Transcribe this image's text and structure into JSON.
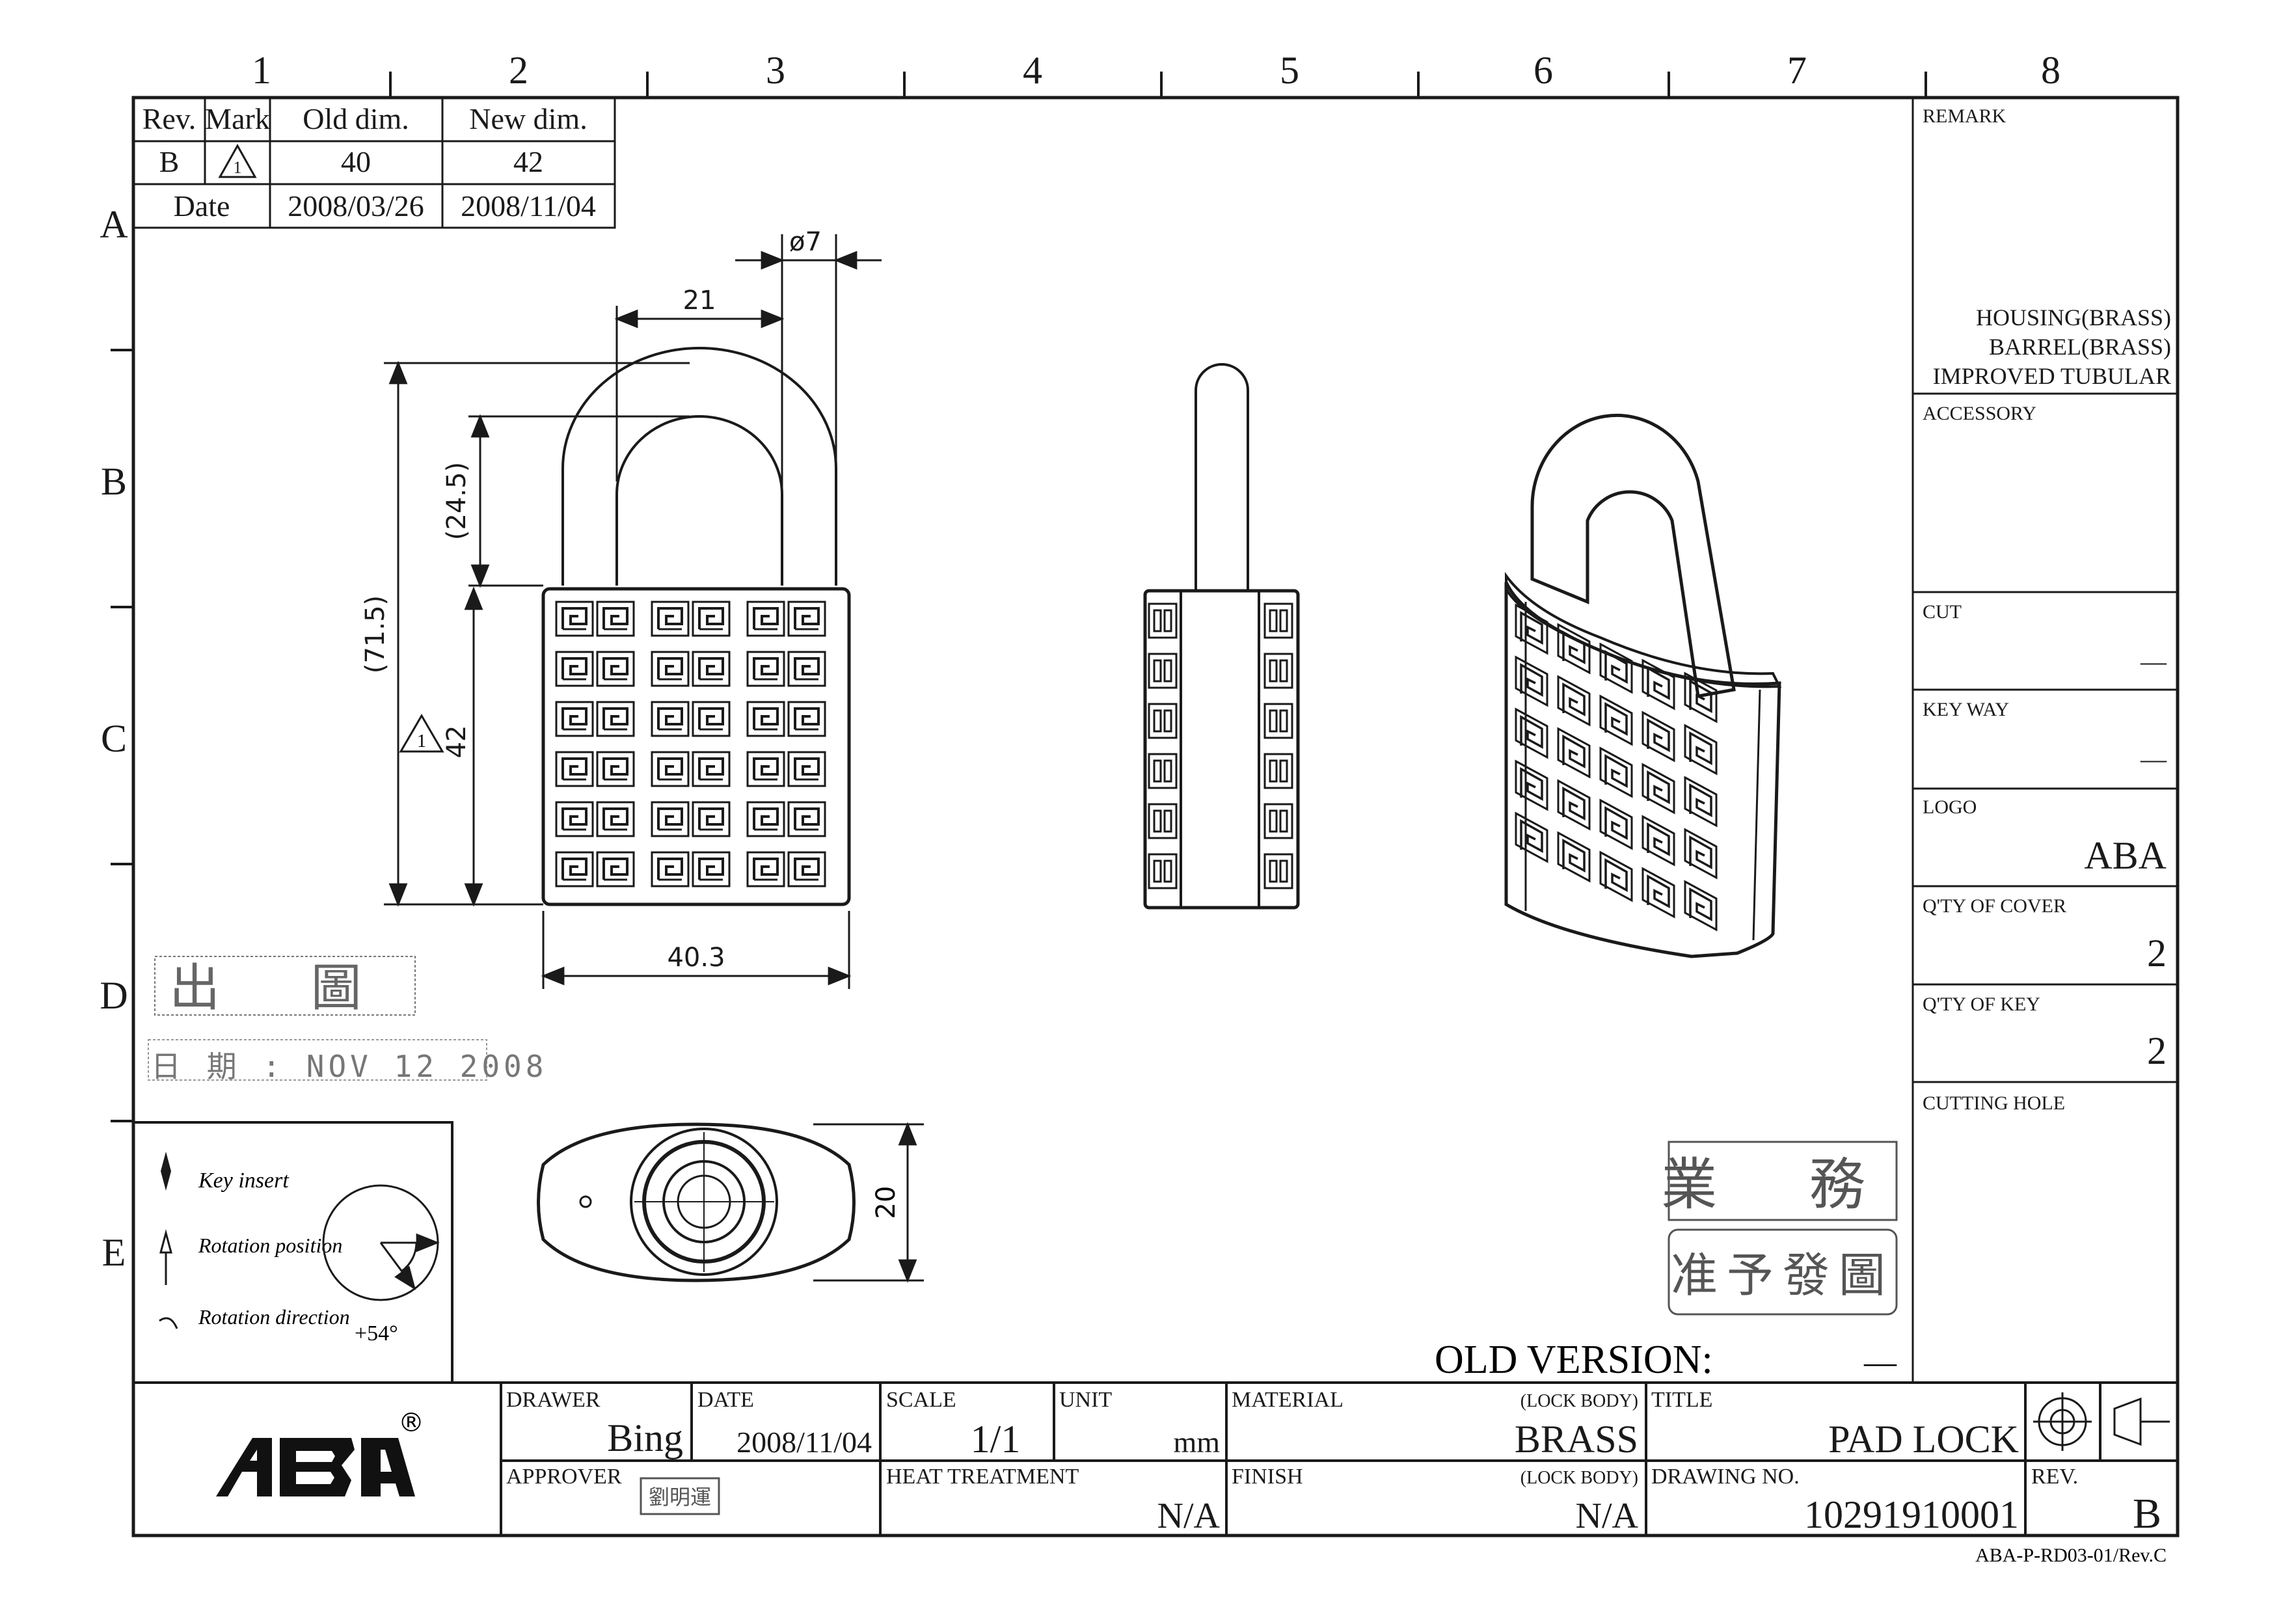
{
  "grid": {
    "columns": [
      "1",
      "2",
      "3",
      "4",
      "5",
      "6",
      "7",
      "8"
    ],
    "rows": [
      "A",
      "B",
      "C",
      "D",
      "E"
    ]
  },
  "revision_table": {
    "headers": [
      "Rev.",
      "Mark",
      "Old dim.",
      "New dim."
    ],
    "row": {
      "rev": "B",
      "mark": "1",
      "old_dim": "40",
      "new_dim": "42"
    },
    "date_label": "Date",
    "old_date": "2008/03/26",
    "new_date": "2008/11/04"
  },
  "dimensions": {
    "shackle_dia": "ø7",
    "shackle_width": "21",
    "shackle_clearance": "(24.5)",
    "overall_height": "(71.5)",
    "body_height": "42",
    "body_height_mark": "1",
    "body_width": "40.3",
    "keyway_height": "20"
  },
  "release_stamp": {
    "title": "出 圖",
    "date_line": "日 期 : NOV 12 2008"
  },
  "legend": {
    "key_insert": "Key insert",
    "rotation_position": "Rotation position",
    "rotation_direction": "Rotation direction",
    "angle": "+54°"
  },
  "approval_stamps": {
    "dept": "業 務",
    "approved": "准予發圖"
  },
  "old_version": {
    "label": "OLD VERSION:",
    "value": "—"
  },
  "side_panel": {
    "remark_label": "REMARK",
    "remark_lines": [
      "HOUSING(BRASS)",
      "BARREL(BRASS)",
      "IMPROVED TUBULAR"
    ],
    "accessory_label": "ACCESSORY",
    "cut_label": "CUT",
    "cut_value": "—",
    "keyway_label": "KEY WAY",
    "keyway_value": "—",
    "logo_label": "LOGO",
    "logo_value": "ABA",
    "qty_cover_label": "Q'TY OF COVER",
    "qty_cover_value": "2",
    "qty_key_label": "Q'TY OF KEY",
    "qty_key_value": "2",
    "cutting_hole_label": "CUTTING HOLE"
  },
  "title_block": {
    "logo": "ABA",
    "registered": "®",
    "drawer_label": "DRAWER",
    "drawer_value": "Bing",
    "date_label": "DATE",
    "date_value": "2008/11/04",
    "scale_label": "SCALE",
    "scale_value": "1/1",
    "unit_label": "UNIT",
    "unit_value": "mm",
    "material_label": "MATERIAL",
    "material_note": "(LOCK BODY)",
    "material_value": "BRASS",
    "title_label": "TITLE",
    "title_value": "PAD LOCK",
    "approver_label": "APPROVER",
    "approver_seal": "劉明運",
    "heat_label": "HEAT TREATMENT",
    "heat_value": "N/A",
    "finish_label": "FINISH",
    "finish_note": "(LOCK BODY)",
    "finish_value": "N/A",
    "drawing_no_label": "DRAWING NO.",
    "drawing_no_value": "10291910001",
    "rev_label": "REV.",
    "rev_value": "B",
    "form_code": "ABA-P-RD03-01/Rev.C"
  }
}
